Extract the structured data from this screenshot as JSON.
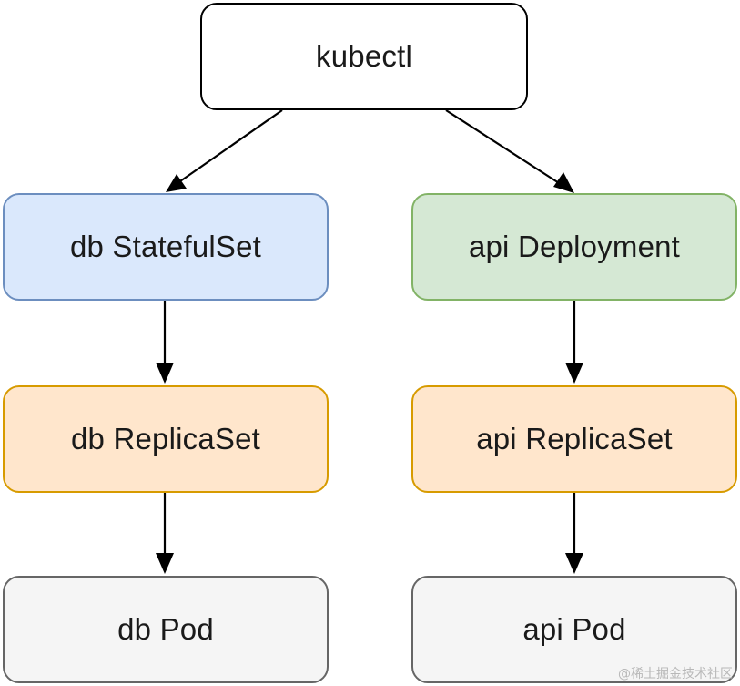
{
  "nodes": {
    "kubectl": {
      "label": "kubectl",
      "fill": "#ffffff",
      "stroke": "#000000"
    },
    "db_statefulset": {
      "label": "db StatefulSet",
      "fill": "#dae8fc",
      "stroke": "#6c8ebf"
    },
    "api_deployment": {
      "label": "api Deployment",
      "fill": "#d5e8d4",
      "stroke": "#82b366"
    },
    "db_replicaset": {
      "label": "db ReplicaSet",
      "fill": "#ffe6cc",
      "stroke": "#d79b00"
    },
    "api_replicaset": {
      "label": "api ReplicaSet",
      "fill": "#ffe6cc",
      "stroke": "#d79b00"
    },
    "db_pod": {
      "label": "db Pod",
      "fill": "#f5f5f5",
      "stroke": "#666666"
    },
    "api_pod": {
      "label": "api Pod",
      "fill": "#f5f5f5",
      "stroke": "#666666"
    }
  },
  "edges": [
    {
      "from": "kubectl",
      "to": "db_statefulset"
    },
    {
      "from": "kubectl",
      "to": "api_deployment"
    },
    {
      "from": "db_statefulset",
      "to": "db_replicaset"
    },
    {
      "from": "db_replicaset",
      "to": "db_pod"
    },
    {
      "from": "api_deployment",
      "to": "api_replicaset"
    },
    {
      "from": "api_replicaset",
      "to": "api_pod"
    }
  ],
  "watermark": "@稀土掘金技术社区"
}
